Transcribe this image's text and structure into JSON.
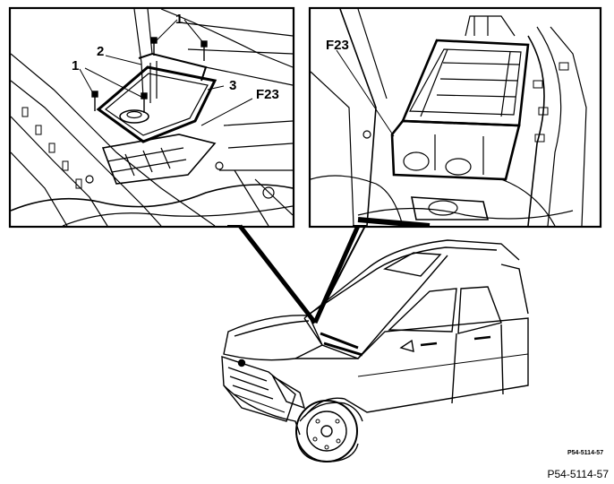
{
  "left_panel": {
    "callouts": {
      "c1_top": "1",
      "c2": "2",
      "c1_left": "1",
      "c3": "3",
      "f23": "F23"
    }
  },
  "right_panel": {
    "callouts": {
      "f23": "F23"
    }
  },
  "figure_id_small": "P54-5114-57",
  "figure_id": "P54-5114-57"
}
